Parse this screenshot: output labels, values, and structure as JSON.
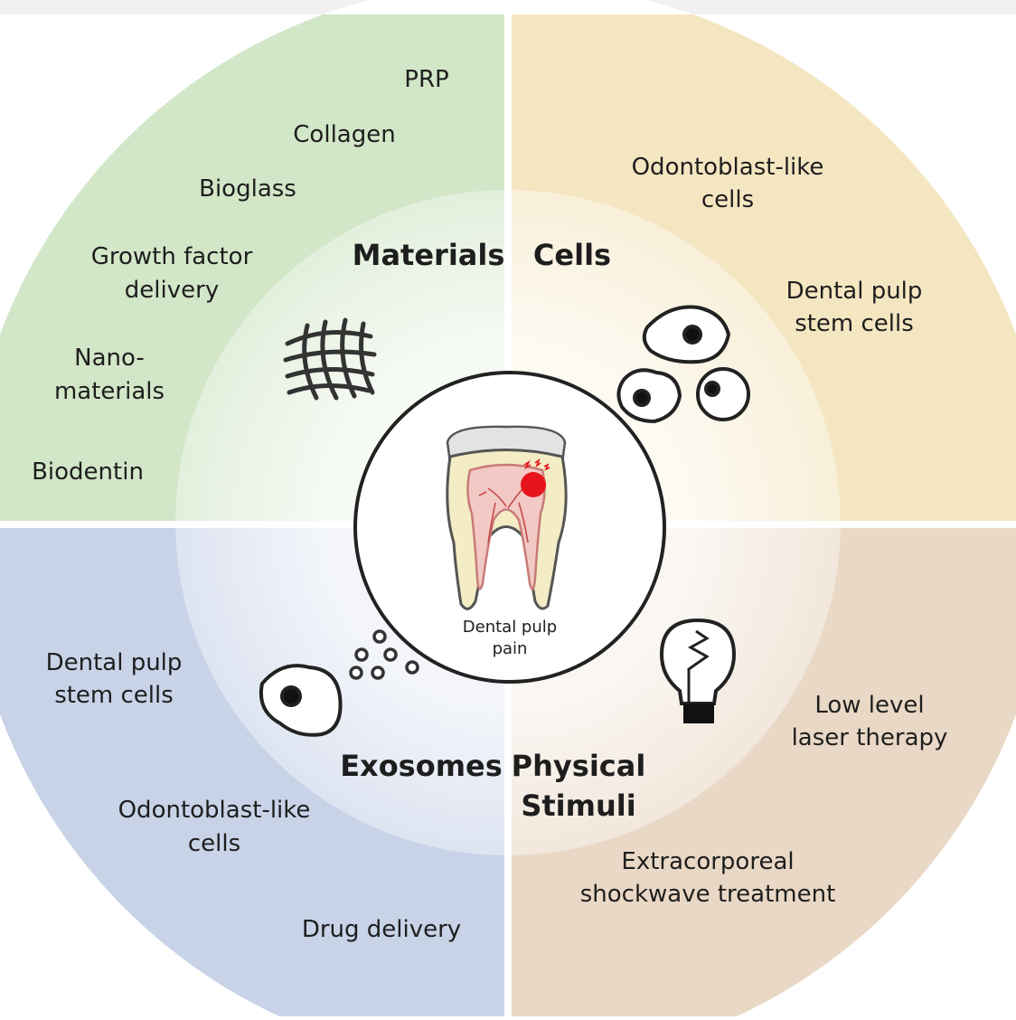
{
  "center": {
    "line1": "Dental pulp",
    "line2": "pain"
  },
  "quadrants": {
    "materials": {
      "title": "Materials",
      "items": [
        "PRP",
        "Collagen",
        "Bioglass",
        "Growth factor",
        "delivery",
        "Nano-",
        "materials",
        "Biodentin"
      ]
    },
    "cells": {
      "title": "Cells",
      "items": [
        "Odontoblast-like",
        "cells",
        "Dental pulp",
        "stem cells"
      ]
    },
    "exosomes": {
      "title": "Exosomes",
      "items": [
        "Dental pulp",
        "stem cells",
        "Odontoblast-like",
        "cells",
        "Drug delivery"
      ]
    },
    "physical": {
      "title_line1": "Physical",
      "title_line2": "Stimuli",
      "items": [
        "Low level",
        "laser therapy",
        "Extracorporeal",
        "shockwave treatment"
      ]
    }
  },
  "colors": {
    "materials": "#d2e6c8",
    "cells": "#f4e6c1",
    "exosomes": "#c8d3e8",
    "physical": "#e9d8c5",
    "divider": "#ffffff",
    "outline": "#222222",
    "pain": "#e8141c"
  },
  "icons": [
    "fiber-mesh-icon",
    "cells-icon",
    "exosome-vesicles-icon",
    "light-bulb-icon",
    "tooth-icon"
  ]
}
